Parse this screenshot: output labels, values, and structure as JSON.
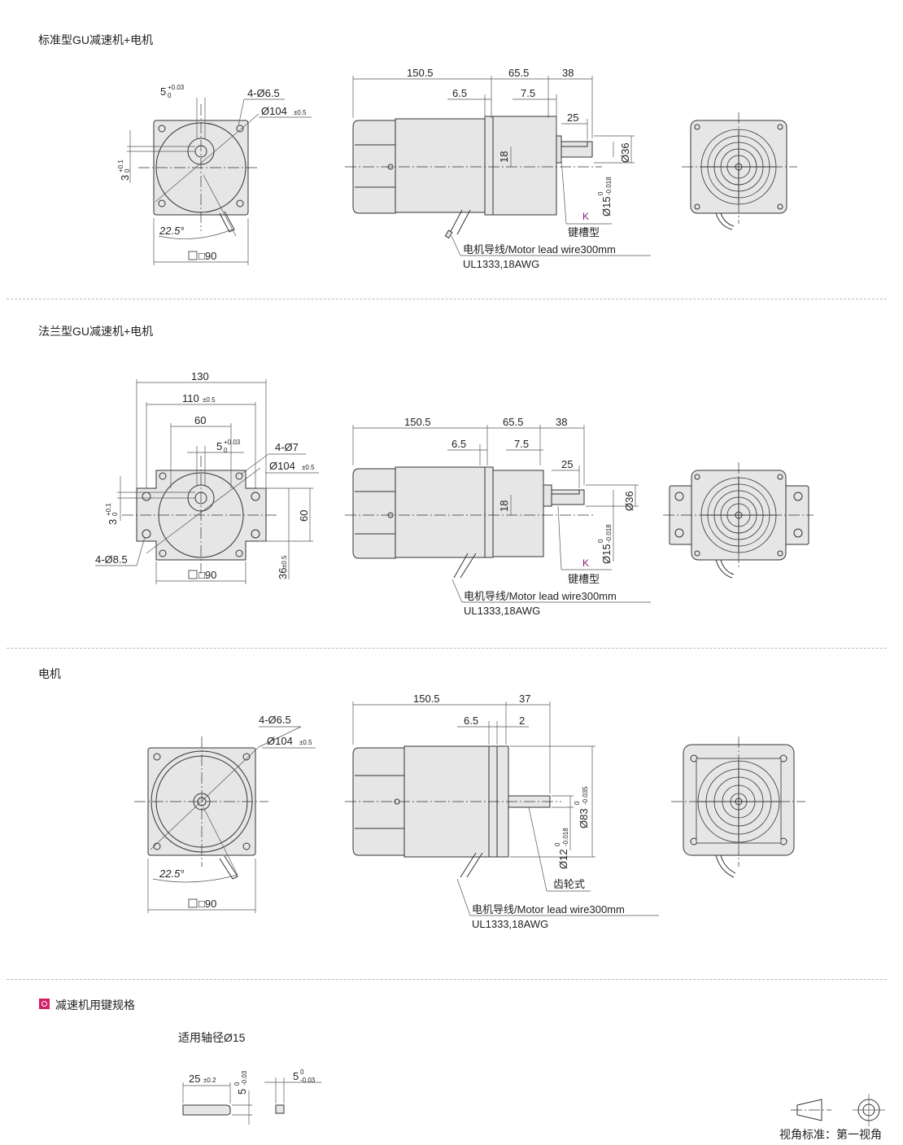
{
  "sections": {
    "standard": {
      "title": "标准型GU减速机+电机",
      "front": {
        "hole": "4-Ø6.5",
        "pcd": "Ø104",
        "pcd_tol": "±0.5",
        "key": "5",
        "key_tol_up": "+0.03",
        "key_tol_lo": "0",
        "offset": "3",
        "offset_tol_up": "+0.1",
        "offset_tol_lo": "0",
        "angle": "22.5°",
        "square": "□90"
      },
      "side": {
        "len_motor": "150.5",
        "len_gear": "65.5",
        "len_shaft": "38",
        "d1": "6.5",
        "d2": "7.5",
        "key_len": "25",
        "flange": "18",
        "shaft_d": "Ø36",
        "shaft": "Ø15",
        "shaft_tol_up": "0",
        "shaft_tol_lo": "-0.018",
        "key_mark": "K",
        "key_type": "键槽型",
        "wire": "电机导线/Motor lead wire300mm",
        "wire_spec": "UL1333,18AWG"
      }
    },
    "flange": {
      "title": "法兰型GU减速机+电机",
      "front": {
        "w_total": "130",
        "w_holes": "110",
        "w_holes_tol": "±0.5",
        "w_inner": "60",
        "key": "5",
        "key_tol_up": "+0.03",
        "key_tol_lo": "0",
        "hole_top": "4-Ø7",
        "pcd": "Ø104",
        "pcd_tol": "±0.5",
        "h_inner": "60",
        "offset": "3",
        "offset_tol_up": "+0.1",
        "offset_tol_lo": "0",
        "hole_bottom": "4-Ø8.5",
        "square": "□90",
        "h_off": "36",
        "h_off_tol": "±0.5"
      },
      "side": {
        "len_motor": "150.5",
        "len_gear": "65.5",
        "len_shaft": "38",
        "d1": "6.5",
        "d2": "7.5",
        "key_len": "25",
        "flange": "18",
        "shaft_d": "Ø36",
        "shaft": "Ø15",
        "shaft_tol_up": "0",
        "shaft_tol_lo": "-0.018",
        "key_mark": "K",
        "key_type": "键槽型",
        "wire": "电机导线/Motor lead wire300mm",
        "wire_spec": "UL1333,18AWG"
      }
    },
    "motor": {
      "title": "电机",
      "front": {
        "hole": "4-Ø6.5",
        "pcd": "Ø104",
        "pcd_tol": "±0.5",
        "angle": "22.5°",
        "square": "□90"
      },
      "side": {
        "len_motor": "150.5",
        "len_shaft": "37",
        "d1": "6.5",
        "d2": "2",
        "pilot": "Ø83",
        "pilot_tol_up": "0",
        "pilot_tol_lo": "-0.035",
        "shaft": "Ø12",
        "shaft_tol_up": "0",
        "shaft_tol_lo": "-0.018",
        "shaft_type": "齿轮式",
        "wire": "电机导线/Motor lead wire300mm",
        "wire_spec": "UL1333,18AWG"
      }
    }
  },
  "key_spec": {
    "title": "减速机用键规格",
    "applicable": "适用轴径Ø15",
    "length": "25",
    "length_tol": "±0.2",
    "height": "5",
    "height_tol_up": "0",
    "height_tol_lo": "-0.03",
    "width": "5",
    "width_tol_up": "0",
    "width_tol_lo": "-0.03"
  },
  "projection": {
    "label": "视角标准：第一视角"
  },
  "colors": {
    "accent": "#d2216b",
    "key_mark": "#8a1a7a",
    "body_fill": "#e6e6e6"
  }
}
